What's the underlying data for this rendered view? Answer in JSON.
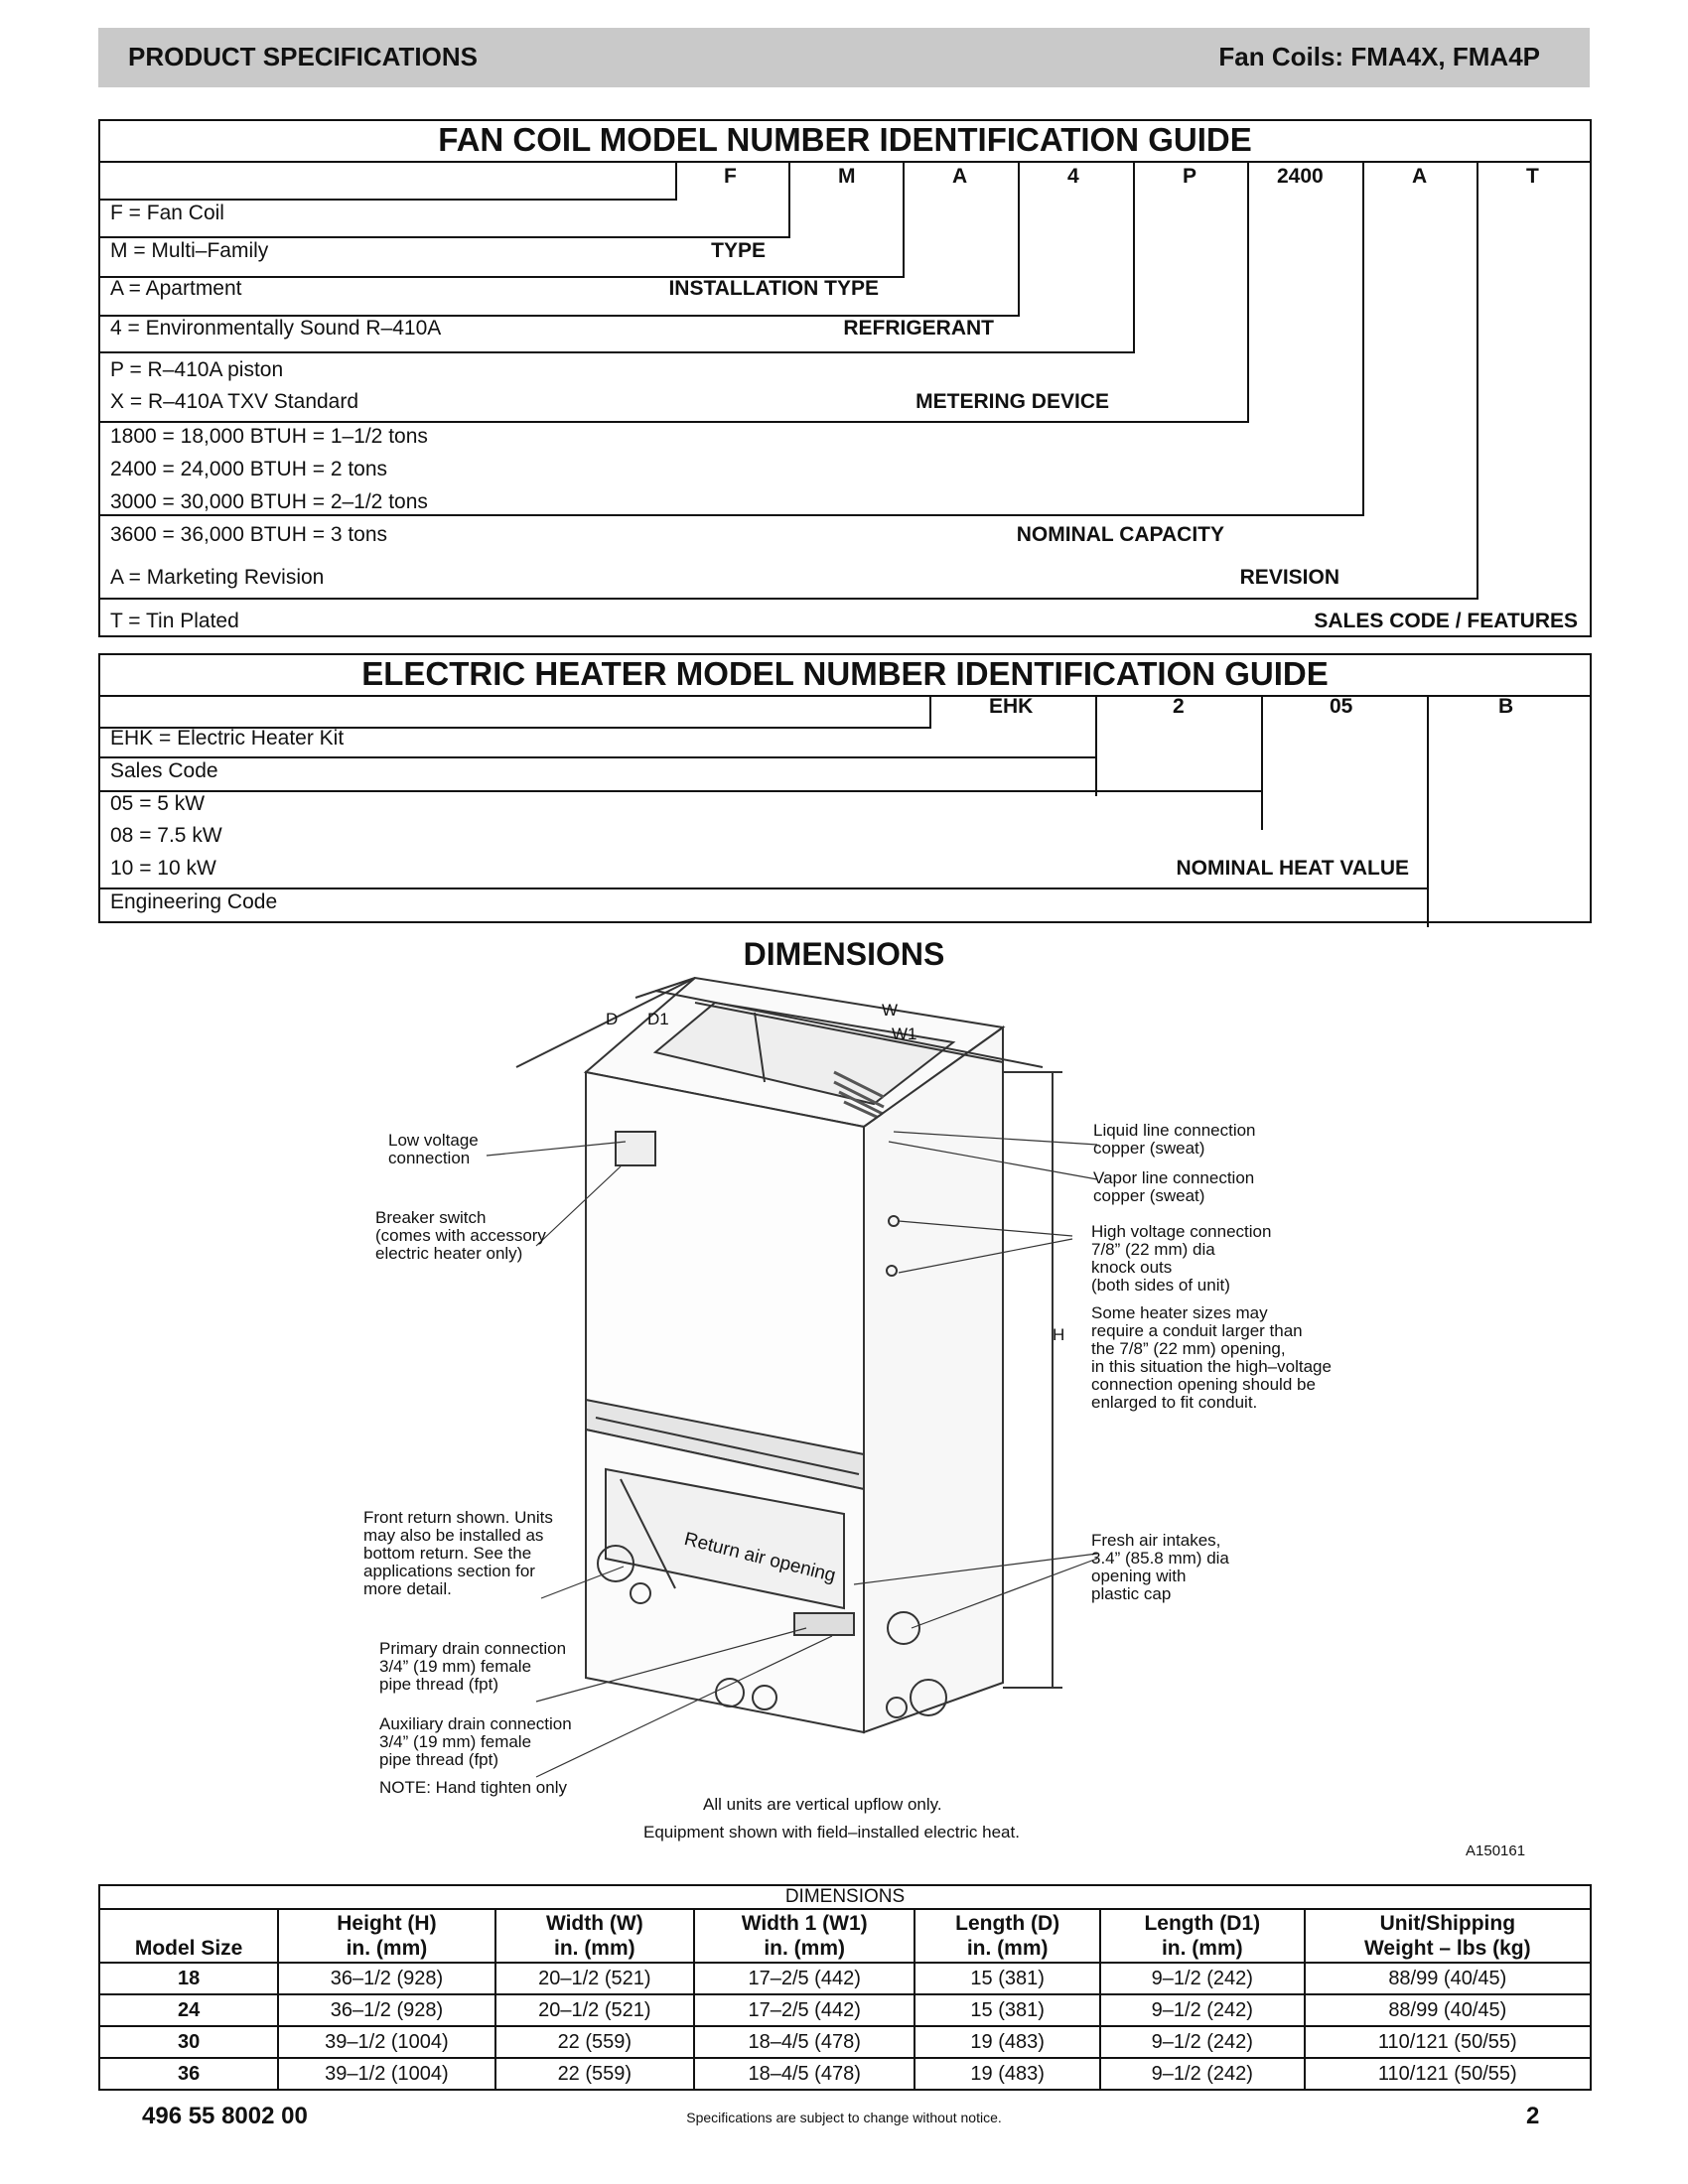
{
  "header": {
    "left": "PRODUCT SPECIFICATIONS",
    "right": "Fan Coils: FMA4X, FMA4P"
  },
  "fan_coil_guide": {
    "title": "FAN COIL MODEL NUMBER IDENTIFICATION GUIDE",
    "codes": [
      "F",
      "M",
      "A",
      "4",
      "P",
      "2400",
      "A",
      "T"
    ],
    "lines": {
      "f": "F = Fan Coil",
      "m": "M = Multi–Family",
      "type": "TYPE",
      "a": "A = Apartment",
      "install": "INSTALLATION TYPE",
      "ref4": "4 = Environmentally Sound R–410A",
      "refrigerant": "REFRIGERANT",
      "p": "P = R–410A piston",
      "x": "X = R–410A TXV Standard",
      "metering": "METERING DEVICE",
      "c1800": "1800 = 18,000 BTUH = 1–1/2 tons",
      "c2400": "2400 = 24,000 BTUH = 2 tons",
      "c3000": "3000 = 30,000 BTUH = 2–1/2 tons",
      "c3600": "3600 = 36,000 BTUH = 3 tons",
      "capacity": "NOMINAL CAPACITY",
      "rev_a": "A = Marketing Revision",
      "revision": "REVISION",
      "tin": "T = Tin Plated",
      "sales": "SALES CODE / FEATURES"
    }
  },
  "heater_guide": {
    "title": "ELECTRIC HEATER MODEL NUMBER IDENTIFICATION GUIDE",
    "codes": [
      "EHK",
      "2",
      "05",
      "B"
    ],
    "lines": {
      "ehk": "EHK = Electric Heater Kit",
      "sales": "Sales Code",
      "k05": "05 = 5 kW",
      "k08": "08 = 7.5 kW",
      "k10": "10 = 10 kW",
      "heat": "NOMINAL HEAT VALUE",
      "eng": "Engineering Code"
    }
  },
  "dimensions_section": {
    "title": "DIMENSIONS",
    "fig_letters": {
      "d": "D",
      "d1": "D1",
      "w": "W",
      "w1": "W1",
      "h": "H"
    },
    "return_label": "Return air opening",
    "callouts": {
      "low_voltage": "Low voltage\nconnection",
      "breaker": "Breaker switch\n(comes with accessory\nelectric heater only)",
      "front_return": "Front return shown. Units\nmay also be installed as\nbottom return. See the\napplications section for\nmore detail.",
      "primary_drain": "Primary drain connection\n3/4” (19 mm) female\npipe thread (fpt)",
      "aux_drain": "Auxiliary drain connection\n3/4” (19 mm) female\npipe thread (fpt)",
      "note": "NOTE: Hand tighten only",
      "liquid": "Liquid line connection\ncopper (sweat)",
      "vapor": "Vapor line connection\ncopper (sweat)",
      "high_voltage": "High voltage connection\n7/8” (22 mm) dia\nknock outs\n(both sides of unit)",
      "heater_sizes": "Some heater sizes may\nrequire a conduit larger than\nthe 7/8” (22 mm) opening,\nin this situation the high–voltage\nconnection opening should be\nenlarged to fit conduit.",
      "fresh_air": "Fresh air intakes,\n3.4” (85.8 mm) dia\nopening with\nplastic cap"
    },
    "note1": "All units are vertical upflow only.",
    "note2": "Equipment shown with field–installed electric heat.",
    "fig_id": "A150161"
  },
  "dim_table": {
    "caption": "DIMENSIONS",
    "headers": [
      [
        "Model Size"
      ],
      [
        "Height (H)",
        "in. (mm)"
      ],
      [
        "Width (W)",
        "in. (mm)"
      ],
      [
        "Width 1 (W1)",
        "in. (mm)"
      ],
      [
        "Length (D)",
        "in. (mm)"
      ],
      [
        "Length (D1)",
        "in. (mm)"
      ],
      [
        "Unit/Shipping",
        "Weight – lbs (kg)"
      ]
    ],
    "rows": [
      [
        "18",
        "36–1/2 (928)",
        "20–1/2 (521)",
        "17–2/5 (442)",
        "15 (381)",
        "9–1/2 (242)",
        "88/99 (40/45)"
      ],
      [
        "24",
        "36–1/2 (928)",
        "20–1/2 (521)",
        "17–2/5 (442)",
        "15 (381)",
        "9–1/2 (242)",
        "88/99 (40/45)"
      ],
      [
        "30",
        "39–1/2 (1004)",
        "22 (559)",
        "18–4/5 (478)",
        "19 (483)",
        "9–1/2 (242)",
        "110/121 (50/55)"
      ],
      [
        "36",
        "39–1/2 (1004)",
        "22 (559)",
        "18–4/5 (478)",
        "19 (483)",
        "9–1/2 (242)",
        "110/121 (50/55)"
      ]
    ]
  },
  "footer": {
    "left": "496 55 8002 00",
    "center": "Specifications are subject to change without notice.",
    "right": "2"
  }
}
